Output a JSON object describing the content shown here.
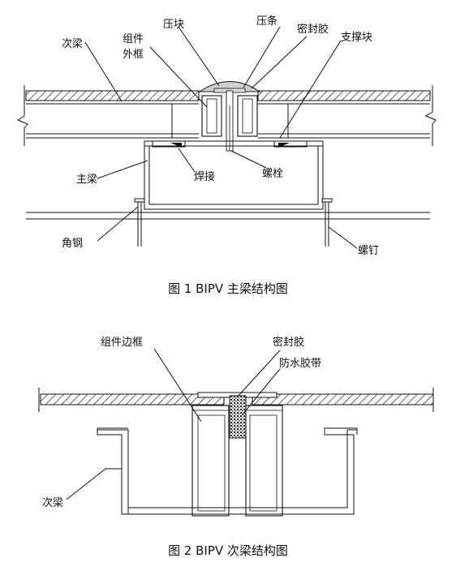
{
  "figure1": {
    "caption": "图 1  BIPV 主梁结构图",
    "labels": {
      "secondary_beam": "次梁",
      "frame_line1": "组件",
      "frame_line2": "外框",
      "pressure_block": "压块",
      "press_strip": "压条",
      "sealant": "密封胶",
      "support_block": "支撑块",
      "main_beam": "主梁",
      "weld": "焊接",
      "bolt": "螺栓",
      "angle_steel": "角钢",
      "screw": "螺钉"
    }
  },
  "figure2": {
    "caption": "图 2  BIPV 次梁结构图",
    "labels": {
      "module_frame": "组件边框",
      "sealant": "密封胶",
      "waterproof_tape": "防水胶带",
      "secondary_beam": "次梁"
    }
  }
}
